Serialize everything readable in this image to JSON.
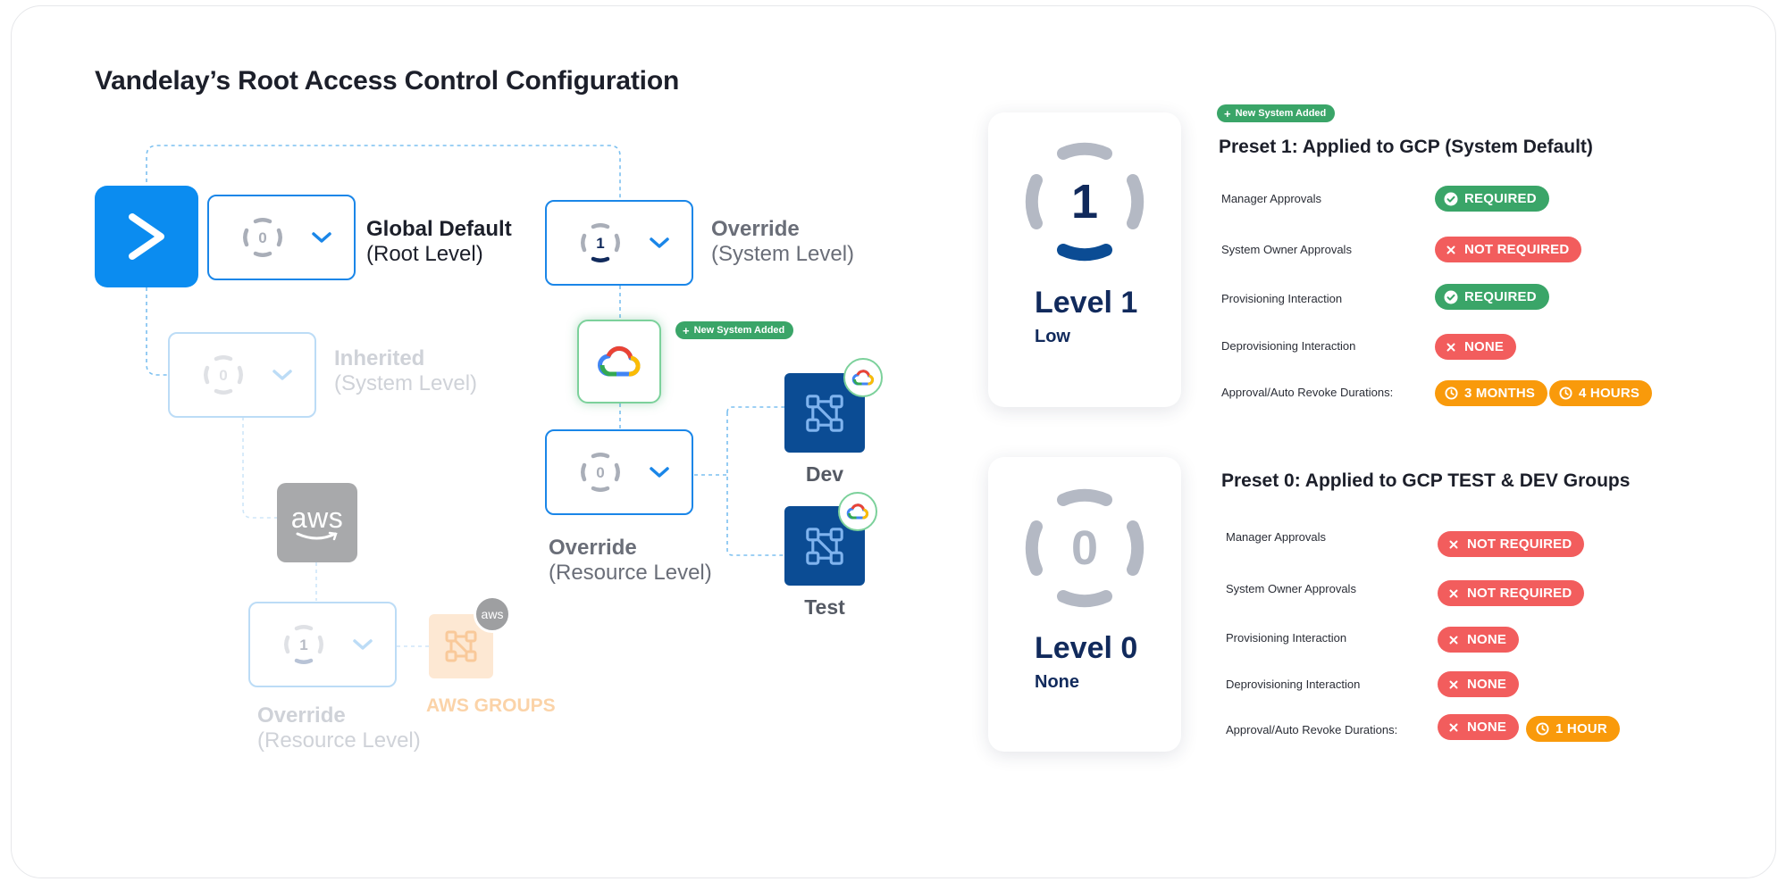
{
  "title": "Vandelay’s Root Access Control Configuration",
  "badges": {
    "new_system": "New System Added"
  },
  "diagram": {
    "global": {
      "level": "0",
      "title": "Global Default",
      "subtitle": "(Root Level)"
    },
    "inherited": {
      "level": "0",
      "title": "Inherited",
      "subtitle": "(System Level)"
    },
    "override_system": {
      "level": "1",
      "title": "Override",
      "subtitle": "(System Level)"
    },
    "override_resource_gcp": {
      "level": "0",
      "title": "Override",
      "subtitle": "(Resource Level)"
    },
    "override_resource_aws": {
      "level": "1",
      "title": "Override",
      "subtitle": "(Resource Level)"
    },
    "aws_logo": "aws",
    "aws_badge": "aws",
    "aws_groups": "AWS GROUPS",
    "groups": {
      "dev": "Dev",
      "test": "Test"
    }
  },
  "presets": [
    {
      "title": "Preset 1: Applied to GCP (System Default)",
      "level_number": "1",
      "level_label": "Level 1",
      "level_desc": "Low",
      "rows": [
        {
          "label": "Manager Approvals",
          "pills": [
            {
              "text": "REQUIRED",
              "color": "green",
              "icon": "check-icon"
            }
          ]
        },
        {
          "label": "System Owner Approvals",
          "pills": [
            {
              "text": "NOT REQUIRED",
              "color": "red",
              "icon": "x-icon"
            }
          ]
        },
        {
          "label": "Provisioning Interaction",
          "pills": [
            {
              "text": "REQUIRED",
              "color": "green",
              "icon": "check-icon"
            }
          ]
        },
        {
          "label": "Deprovisioning Interaction",
          "pills": [
            {
              "text": "NONE",
              "color": "red",
              "icon": "x-icon"
            }
          ]
        },
        {
          "label": "Approval/Auto Revoke Durations:",
          "pills": [
            {
              "text": "3 MONTHS",
              "color": "orange",
              "icon": "clock-icon"
            },
            {
              "text": "4 HOURS",
              "color": "orange",
              "icon": "clock-icon"
            }
          ]
        }
      ]
    },
    {
      "title": "Preset 0: Applied to GCP TEST & DEV Groups",
      "level_number": "0",
      "level_label": "Level 0",
      "level_desc": "None",
      "rows": [
        {
          "label": "Manager Approvals",
          "pills": [
            {
              "text": "NOT REQUIRED",
              "color": "red",
              "icon": "x-icon"
            }
          ]
        },
        {
          "label": "System Owner Approvals",
          "pills": [
            {
              "text": "NOT REQUIRED",
              "color": "red",
              "icon": "x-icon"
            }
          ]
        },
        {
          "label": "Provisioning Interaction",
          "pills": [
            {
              "text": "NONE",
              "color": "red",
              "icon": "x-icon"
            }
          ]
        },
        {
          "label": "Deprovisioning Interaction",
          "pills": [
            {
              "text": "NONE",
              "color": "red",
              "icon": "x-icon"
            }
          ]
        },
        {
          "label": "Approval/Auto Revoke Durations:",
          "pills": [
            {
              "text": "NONE",
              "color": "red",
              "icon": "x-icon"
            },
            {
              "text": "1 HOUR",
              "color": "orange",
              "icon": "clock-icon"
            }
          ]
        }
      ]
    }
  ],
  "colors": {
    "brand_blue": "#0b8cf0",
    "selector_border": "#1a86e8",
    "faded_border": "#bcdcf6",
    "navy": "#112a5c",
    "green": "#3aa568",
    "red": "#f25d5d",
    "orange": "#f99a0b",
    "gray_ring": "#b4b9c4",
    "gcp_group_blue": "#0b4c94"
  }
}
